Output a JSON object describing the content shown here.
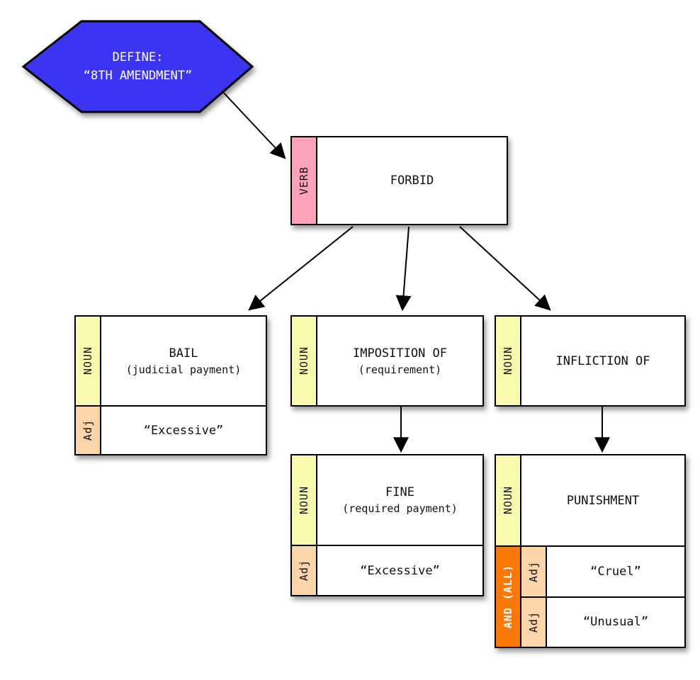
{
  "diagram": {
    "define_node": {
      "line1": "DEFINE:",
      "line2": "“8TH AMENDMENT”"
    },
    "nodes": {
      "forbid": {
        "pos": "VERB",
        "title": "FORBID"
      },
      "bail": {
        "pos": "NOUN",
        "title": "BAIL",
        "subtitle": "(judicial payment)",
        "modifiers": [
          {
            "pos": "Adj",
            "text": "“Excessive”"
          }
        ]
      },
      "imposition": {
        "pos": "NOUN",
        "title": "IMPOSITION OF",
        "subtitle": "(requirement)"
      },
      "infliction": {
        "pos": "NOUN",
        "title": "INFLICTION OF"
      },
      "fine": {
        "pos": "NOUN",
        "title": "FINE",
        "subtitle": "(required payment)",
        "modifiers": [
          {
            "pos": "Adj",
            "text": "“Excessive”"
          }
        ]
      },
      "punishment": {
        "pos": "NOUN",
        "title": "PUNISHMENT",
        "group_label": "AND (ALL)",
        "modifiers": [
          {
            "pos": "Adj",
            "text": "“Cruel”"
          },
          {
            "pos": "Adj",
            "text": "“Unusual”"
          }
        ]
      }
    },
    "edges": [
      {
        "from": "define",
        "to": "forbid"
      },
      {
        "from": "forbid",
        "to": "bail"
      },
      {
        "from": "forbid",
        "to": "imposition"
      },
      {
        "from": "forbid",
        "to": "infliction"
      },
      {
        "from": "imposition",
        "to": "fine"
      },
      {
        "from": "infliction",
        "to": "punishment"
      }
    ],
    "colors": {
      "define": "#3a35f1",
      "verb": "#ffa3b8",
      "noun": "#fafaaf",
      "adj": "#fbd5a9",
      "and": "#f97808"
    }
  }
}
